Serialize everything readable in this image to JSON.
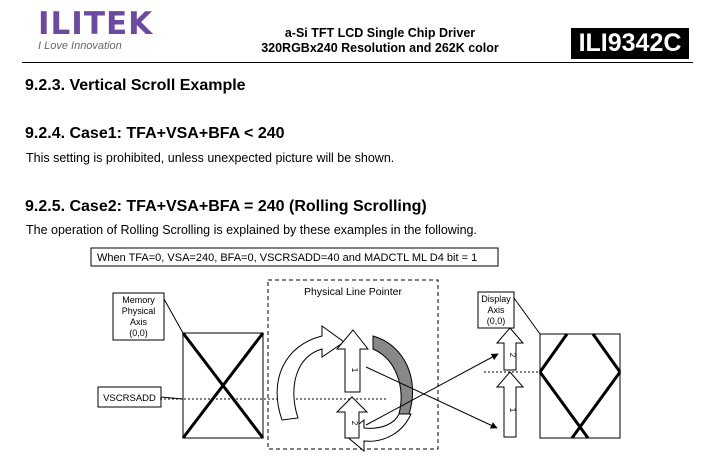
{
  "header": {
    "logo_text": "ILITEK",
    "logo_tagline": "I Love Innovation",
    "title_line1": "a-Si TFT LCD Single Chip Driver",
    "title_line2": "320RGBx240 Resolution and 262K color",
    "part_number": "ILI9342C"
  },
  "sections": [
    {
      "heading": "9.2.3.  Vertical Scroll Example"
    },
    {
      "heading": "9.2.4.  Case1: TFA+VSA+BFA < 240",
      "body": "This setting is prohibited, unless unexpected picture will be shown."
    },
    {
      "heading": "9.2.5.  Case2: TFA+VSA+BFA = 240 (Rolling Scrolling)",
      "body": "The operation of Rolling Scrolling is explained by these examples in the following."
    }
  ],
  "figure": {
    "condition": "When TFA=0, VSA=240, BFA=0, VSCRSADD=40 and  MADCTL ML D4 bit = 1",
    "memory_label": [
      "Memory",
      "Physical",
      "Axis",
      "(0,0)"
    ],
    "vscrsadd_label": "VSCRSADD",
    "pointer_title": "Physical Line Pointer",
    "display_label": [
      "Display",
      "Axis",
      "(0,0)"
    ],
    "arrow_labels": [
      "1",
      "2",
      "2",
      "1"
    ]
  }
}
